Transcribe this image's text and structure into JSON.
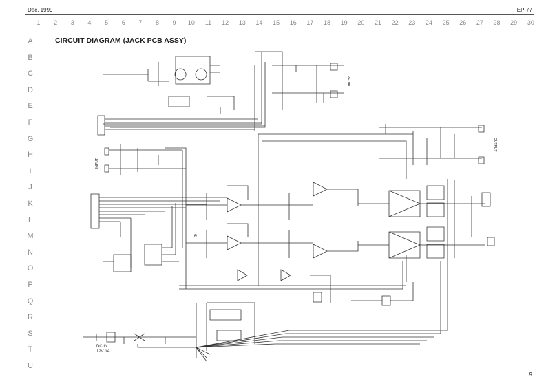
{
  "header": {
    "date": "Dec, 1999",
    "model": "EP-77"
  },
  "page_title": "CIRCUIT DIAGRAM (JACK PCB ASSY)",
  "page_number": "9",
  "grid": {
    "columns": [
      "1",
      "2",
      "3",
      "4",
      "5",
      "6",
      "7",
      "8",
      "9",
      "10",
      "11",
      "12",
      "13",
      "14",
      "15",
      "16",
      "17",
      "18",
      "19",
      "20",
      "21",
      "22",
      "23",
      "24",
      "25",
      "26",
      "27",
      "28",
      "29",
      "30"
    ],
    "rows": [
      "A",
      "B",
      "C",
      "D",
      "E",
      "F",
      "G",
      "H",
      "I",
      "J",
      "K",
      "L",
      "M",
      "N",
      "O",
      "P",
      "Q",
      "R",
      "S",
      "T",
      "U"
    ]
  },
  "schematic_labels": {
    "pedal": "PEDAL",
    "output": "OUTPUT",
    "input": "INPUT",
    "dc_in": "DC IN",
    "dc_rating": "12V 1A",
    "channel_r": "R"
  }
}
